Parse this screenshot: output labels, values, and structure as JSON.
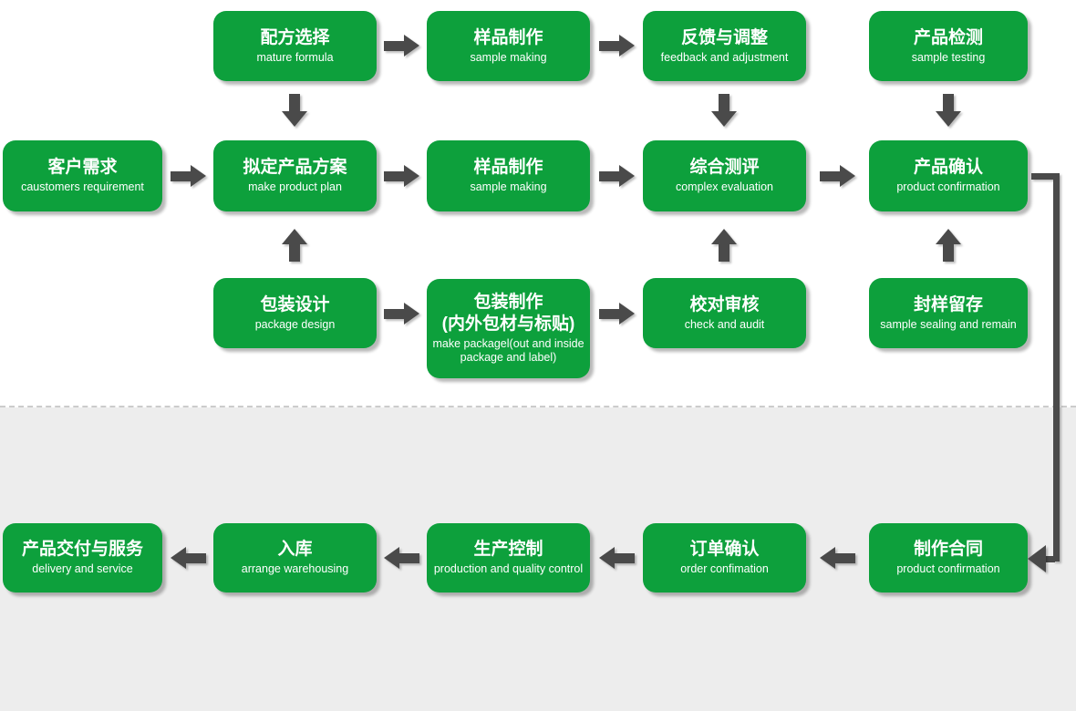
{
  "theme": {
    "green": "#0da03c",
    "arrow": "#4a4a4a",
    "bg_top": "#ffffff",
    "bg_bottom": "#ededed",
    "divider": "#cccccc",
    "text": "#ffffff"
  },
  "flow": {
    "nodes": {
      "formula_selection": {
        "title": "配方选择",
        "subtitle": "mature formula"
      },
      "sample_making_1": {
        "title": "样品制作",
        "subtitle": "sample making"
      },
      "feedback_adjustment": {
        "title": "反馈与调整",
        "subtitle": "feedback and adjustment"
      },
      "product_testing": {
        "title": "产品检测",
        "subtitle": "sample testing"
      },
      "customer_requirement": {
        "title": "客户需求",
        "subtitle": "caustomers requirement"
      },
      "product_plan": {
        "title": "拟定产品方案",
        "subtitle": "make product plan"
      },
      "sample_making_2": {
        "title": "样品制作",
        "subtitle": "sample making"
      },
      "complex_evaluation": {
        "title": "综合测评",
        "subtitle": "complex evaluation"
      },
      "product_confirmation": {
        "title": "产品确认",
        "subtitle": "product confirmation"
      },
      "package_design": {
        "title": "包装设计",
        "subtitle": "package design"
      },
      "package_making": {
        "title": "包装制作",
        "title2": "(内外包材与标贴)",
        "subtitle": "make packagel(out and inside package and label)"
      },
      "check_audit": {
        "title": "校对审核",
        "subtitle": "check and audit"
      },
      "sample_sealing": {
        "title": "封样留存",
        "subtitle": "sample sealing and remain"
      },
      "delivery_service": {
        "title": "产品交付与服务",
        "subtitle": "delivery and service"
      },
      "warehousing": {
        "title": "入库",
        "subtitle": "arrange warehousing"
      },
      "production_control": {
        "title": "生产控制",
        "subtitle": "production and quality control"
      },
      "order_confirmation": {
        "title": "订单确认",
        "subtitle": "order confimation"
      },
      "contract_making": {
        "title": "制作合同",
        "subtitle": "product confirmation"
      }
    }
  }
}
